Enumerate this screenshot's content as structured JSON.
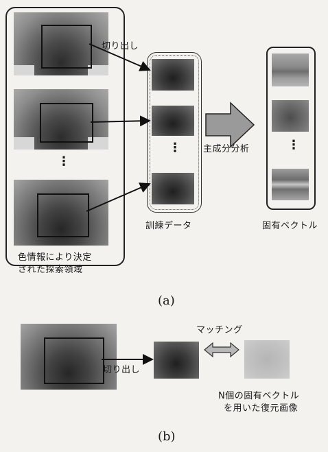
{
  "panel_a": {
    "caption": "(a)",
    "crop_label": "切り出し",
    "training_label": "訓練データ",
    "pca_label": "主成分分析",
    "eigen_label": "固有ベクトル",
    "search_label_line1": "色情報により決定",
    "search_label_line2": "された探索領域",
    "vertical_ellipsis": "⋮"
  },
  "panel_b": {
    "caption": "(b)",
    "crop_label": "切り出し",
    "matching_label": "マッチング",
    "recon_label_line1": "N個の固有ベクトル",
    "recon_label_line2": "を用いた復元画像"
  }
}
